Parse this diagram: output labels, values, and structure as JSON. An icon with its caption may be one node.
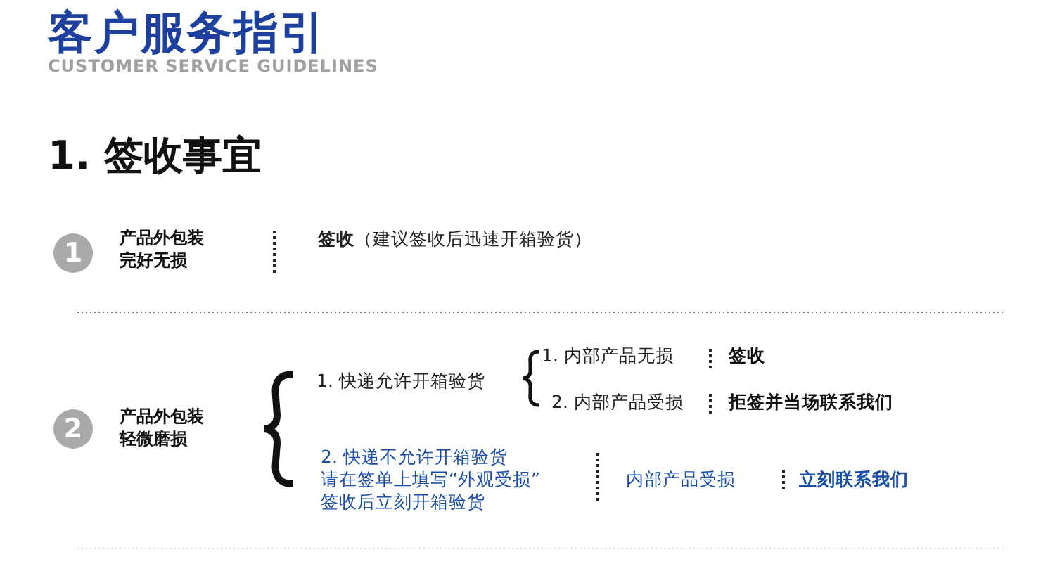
{
  "diagram": {
    "title": "客户服务指引",
    "labels": [
      "CUSTOMER SERVICE GUIDELINES",
      "1. 签收事宜",
      "1",
      "产品外包装完好无损",
      "**签收**（建议签收后迅速开箱验货）",
      "2",
      "产品外包装轻微磨损",
      "1. 快递允许开箱验货",
      "1. 内部产品无损",
      "签收",
      "2. 内部产品受损",
      "拒签并当场联系我们",
      "2. 快递不允许开箱验货",
      "请在签单上填写“外观受损”",
      "签收后立刻开箱验货",
      "内部产品受损",
      "立刻联系我们"
    ]
  }
}
